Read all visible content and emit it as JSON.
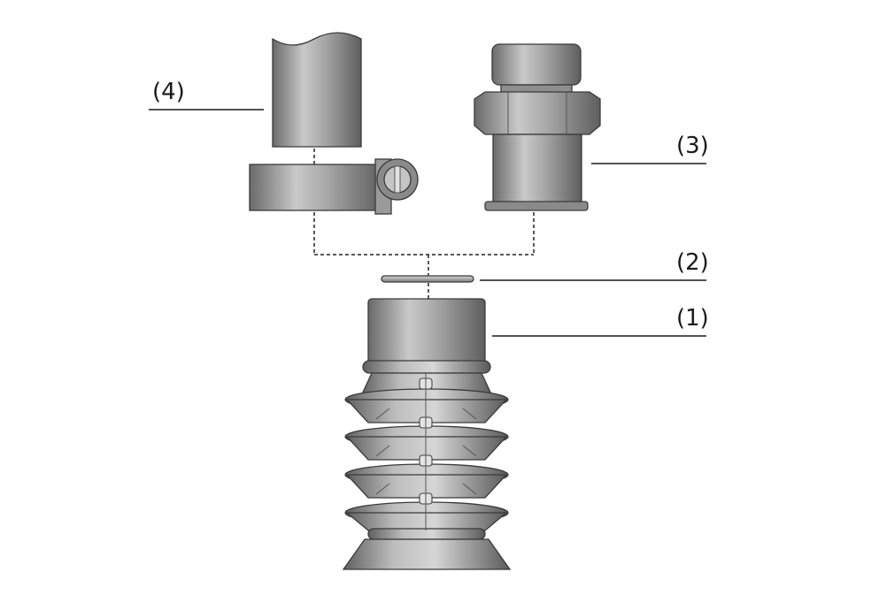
{
  "callouts": [
    {
      "id": "1",
      "label": "(1)"
    },
    {
      "id": "2",
      "label": "(2)"
    },
    {
      "id": "3",
      "label": "(3)"
    },
    {
      "id": "4",
      "label": "(4)"
    }
  ],
  "colors": {
    "metal_dark": "#6e6e6e",
    "metal_light": "#d2d2d2",
    "outline": "#3a3a3a",
    "leader": "#1a1a1a"
  }
}
